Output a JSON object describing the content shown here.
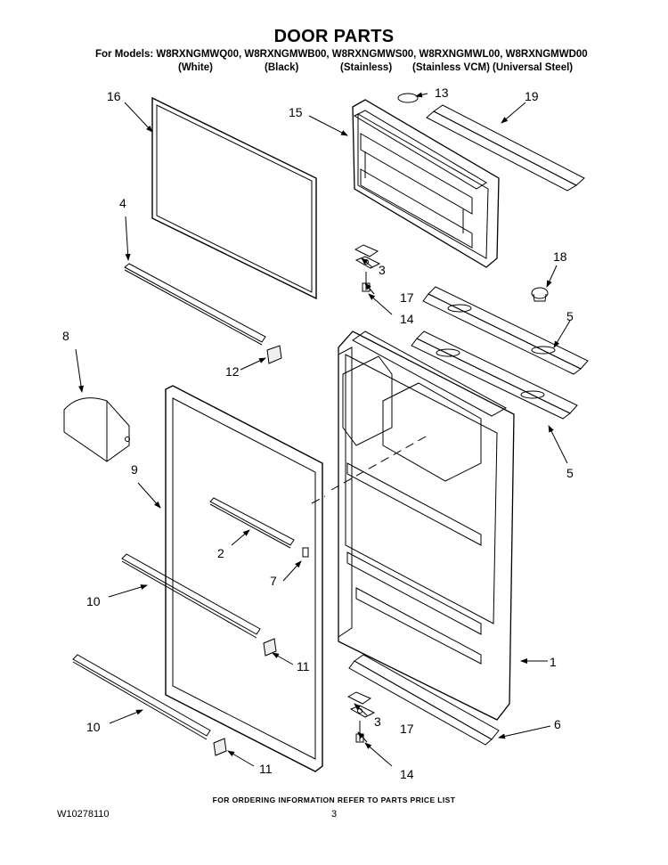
{
  "header": {
    "title": "DOOR PARTS",
    "models_line": "For Models: W8RXNGMWQ00, W8RXNGMWB00, W8RXNGMWS00, W8RXNGMWL00, W8RXNGMWD00",
    "finishes": [
      "(White)",
      "(Black)",
      "(Stainless)",
      "(Stainless VCM)",
      "(Universal Steel)"
    ]
  },
  "callouts": [
    "1",
    "2",
    "3",
    "3",
    "4",
    "5",
    "5",
    "6",
    "7",
    "8",
    "9",
    "10",
    "10",
    "11",
    "11",
    "12",
    "13",
    "14",
    "14",
    "15",
    "16",
    "17",
    "17",
    "18",
    "19"
  ],
  "footer": {
    "ordering_note": "FOR ORDERING INFORMATION REFER TO PARTS PRICE LIST",
    "doc_number": "W10278110",
    "page_number": "3"
  }
}
